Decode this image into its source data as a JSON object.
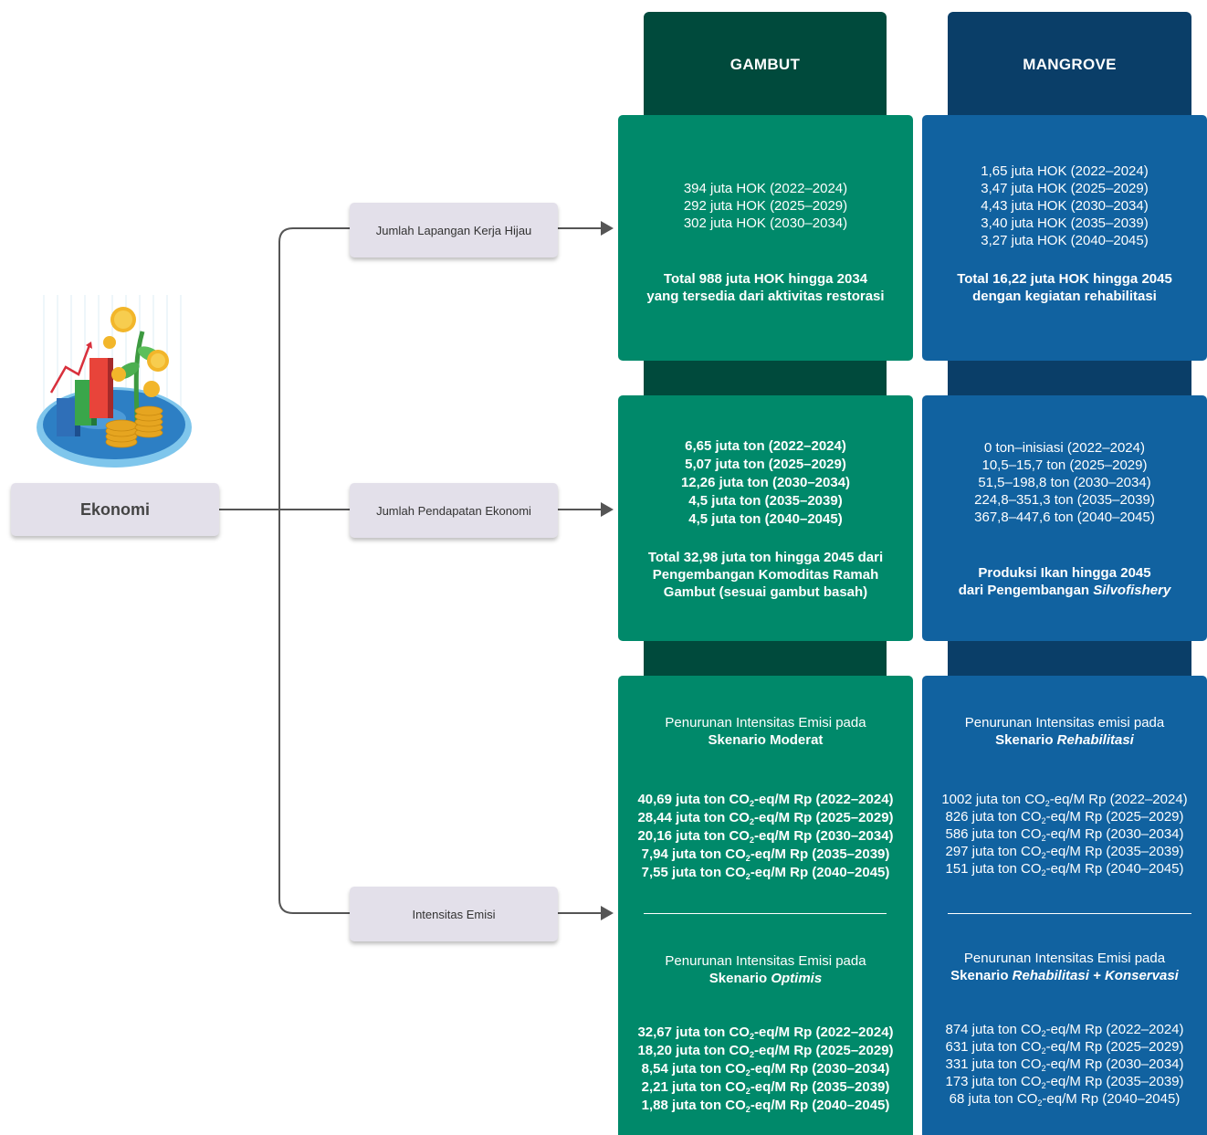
{
  "colors": {
    "gambut_dark": "#004a3c",
    "gambut_card": "#00896a",
    "mangrove_dark": "#0a3e68",
    "mangrove_card": "#1162a0",
    "label_box": "#e3e0ea",
    "connector": "#555555"
  },
  "root": {
    "label": "Ekonomi",
    "icon": "economy-growth-illustration-icon"
  },
  "branches": [
    {
      "label": "Jumlah Lapangan Kerja Hijau"
    },
    {
      "label": "Jumlah Pendapatan Ekonomi"
    },
    {
      "label": "Intensitas Emisi"
    }
  ],
  "columns": {
    "gambut": "GAMBUT",
    "mangrove": "MANGROVE"
  },
  "gambut": {
    "jobs": {
      "lines": [
        "394 juta HOK (2022–2024)",
        "292 juta HOK (2025–2029)",
        "302 juta HOK (2030–2034)"
      ],
      "total": [
        "Total 988 juta HOK hingga 2034",
        "yang tersedia dari aktivitas restorasi"
      ]
    },
    "income": {
      "lines": [
        "6,65 juta ton (2022–2024)",
        "5,07 juta ton (2025–2029)",
        "12,26 juta ton (2030–2034)",
        "4,5 juta ton (2035–2039)",
        "4,5 juta ton (2040–2045)"
      ],
      "total": [
        "Total 32,98 juta ton hingga 2045 dari",
        "Pengembangan Komoditas Ramah",
        "Gambut (sesuai gambut basah)"
      ]
    },
    "emission": {
      "s1_title": "Penurunan Intensitas Emisi pada",
      "s1_prefix": "Skenario ",
      "s1_name": "Moderat",
      "s1_lines": [
        {
          "pre": "40,69 juta ton CO",
          "sub": "2",
          "post": "-eq/M Rp (2022–2024)"
        },
        {
          "pre": "28,44 juta ton CO",
          "sub": "2",
          "post": "-eq/M Rp (2025–2029)"
        },
        {
          "pre": "20,16 juta ton CO",
          "sub": "2",
          "post": "-eq/M Rp (2030–2034)"
        },
        {
          "pre": "7,94 juta ton CO",
          "sub": "2",
          "post": "-eq/M Rp (2035–2039)"
        },
        {
          "pre": "7,55 juta ton CO",
          "sub": "2",
          "post": "-eq/M Rp (2040–2045)"
        }
      ],
      "s2_title": "Penurunan Intensitas Emisi pada",
      "s2_prefix": "Skenario ",
      "s2_name": "Optimis",
      "s2_lines": [
        {
          "pre": "32,67 juta ton CO",
          "sub": "2",
          "post": "-eq/M Rp (2022–2024)"
        },
        {
          "pre": "18,20 juta ton CO",
          "sub": "2",
          "post": "-eq/M Rp (2025–2029)"
        },
        {
          "pre": "8,54 juta ton CO",
          "sub": "2",
          "post": "-eq/M Rp (2030–2034)"
        },
        {
          "pre": "2,21 juta ton CO",
          "sub": "2",
          "post": "-eq/M Rp (2035–2039)"
        },
        {
          "pre": "1,88 juta ton CO",
          "sub": "2",
          "post": "-eq/M Rp (2040–2045)"
        }
      ]
    }
  },
  "mangrove": {
    "jobs": {
      "lines": [
        "1,65 juta HOK (2022–2024)",
        "3,47 juta HOK (2025–2029)",
        "4,43 juta HOK (2030–2034)",
        "3,40 juta HOK (2035–2039)",
        "3,27 juta HOK (2040–2045)"
      ],
      "total": [
        "Total 16,22 juta HOK hingga 2045",
        "dengan kegiatan rehabilitasi"
      ]
    },
    "income": {
      "lines": [
        "0 ton–inisiasi (2022–2024)",
        "10,5–15,7 ton (2025–2029)",
        "51,5–198,8 ton (2030–2034)",
        "224,8–351,3 ton (2035–2039)",
        "367,8–447,6 ton (2040–2045)"
      ],
      "total_1": "Produksi Ikan hingga 2045",
      "total_2_prefix": "dari Pengembangan ",
      "total_2_italic": "Silvofishery"
    },
    "emission": {
      "s1_title": "Penurunan Intensitas emisi pada",
      "s1_prefix": "Skenario ",
      "s1_name": "Rehabilitasi",
      "s1_lines": [
        {
          "pre": "1002 juta ton CO",
          "sub": "2",
          "post": "-eq/M Rp (2022–2024)"
        },
        {
          "pre": "826 juta ton CO",
          "sub": "2",
          "post": "-eq/M Rp (2025–2029)"
        },
        {
          "pre": "586 juta ton CO",
          "sub": "2",
          "post": "-eq/M Rp (2030–2034)"
        },
        {
          "pre": "297 juta ton CO",
          "sub": "2",
          "post": "-eq/M Rp (2035–2039)"
        },
        {
          "pre": "151 juta ton CO",
          "sub": "2",
          "post": "-eq/M Rp (2040–2045)"
        }
      ],
      "s2_title": "Penurunan Intensitas Emisi pada",
      "s2_prefix": "Skenario ",
      "s2_name": "Rehabilitasi + Konservasi",
      "s2_lines": [
        {
          "pre": "874 juta ton CO",
          "sub": "2",
          "post": "-eq/M Rp (2022–2024)"
        },
        {
          "pre": "631 juta ton CO",
          "sub": "2",
          "post": "-eq/M Rp (2025–2029)"
        },
        {
          "pre": "331 juta ton CO",
          "sub": "2",
          "post": "-eq/M Rp (2030–2034)"
        },
        {
          "pre": "173 juta ton CO",
          "sub": "2",
          "post": "-eq/M Rp (2035–2039)"
        },
        {
          "pre": "68 juta ton CO",
          "sub": "2",
          "post": "-eq/M Rp (2040–2045)"
        }
      ]
    }
  }
}
